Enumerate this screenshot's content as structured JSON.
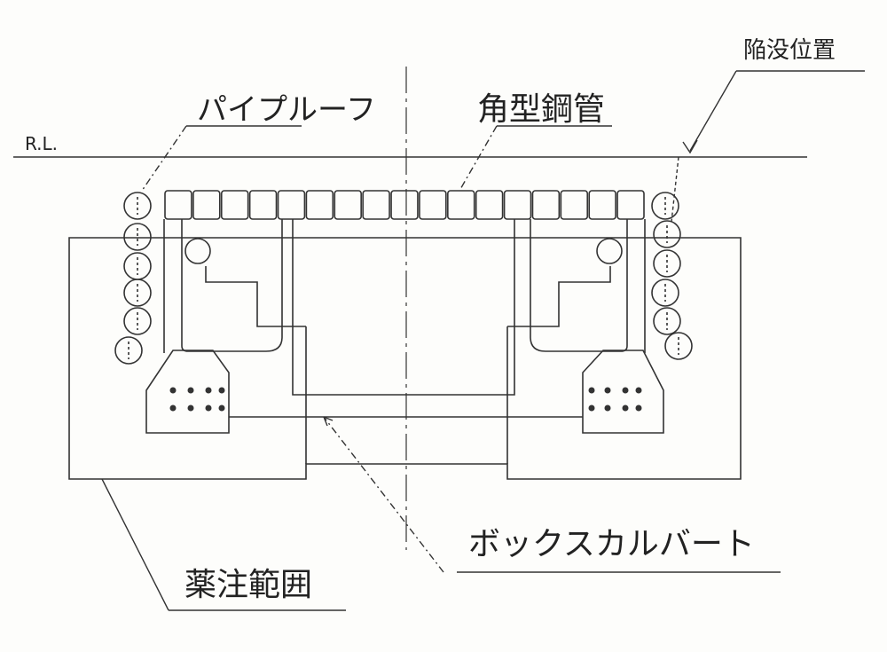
{
  "labels": {
    "collapse_position": "陥没位置",
    "pipe_roof": "パイプルーフ",
    "square_steel_pipe": "角型鋼管",
    "reference_level": "R.L.",
    "grouting_range": "薬注範囲",
    "box_culvert": "ボックスカルバート"
  },
  "colors": {
    "line": "#333333",
    "background": "#fdfdfb"
  }
}
